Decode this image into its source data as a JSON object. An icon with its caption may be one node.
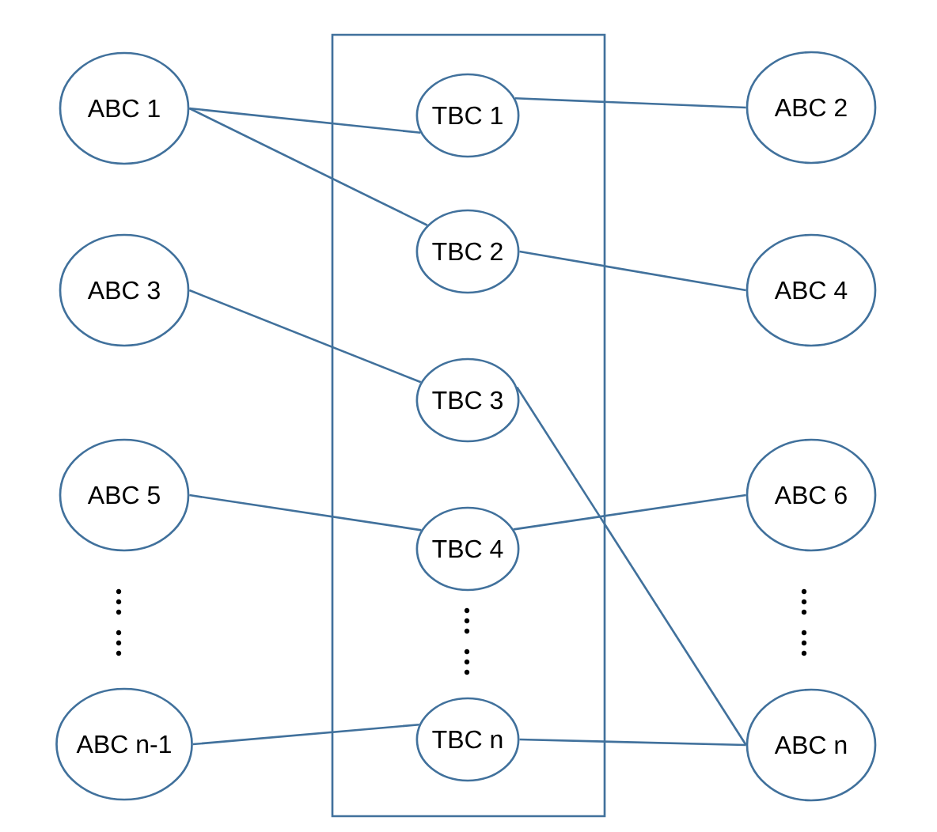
{
  "diagram": {
    "nodes": [
      {
        "text": [
          "ABC 1"
        ]
      },
      {
        "text": [
          "ABC 3"
        ]
      },
      {
        "text": [
          "ABC 5"
        ]
      },
      {
        "text": [
          "ABC n-1"
        ]
      },
      {
        "text": [],
        "shape": "box"
      },
      {
        "text": [
          "TBC 1"
        ],
        "in": 4
      },
      {
        "text": [
          "TBC 2"
        ],
        "in": 4
      },
      {
        "text": [
          "TBC 3"
        ],
        "in": 4
      },
      {
        "text": [
          "TBC 4"
        ],
        "in": 4
      },
      {
        "text": [
          "TBC n"
        ],
        "in": 4
      },
      {
        "text": [
          "ABC 2"
        ]
      },
      {
        "text": [
          "ABC 4"
        ]
      },
      {
        "text": [
          "ABC 6"
        ]
      },
      {
        "text": [
          "ABC n"
        ]
      }
    ],
    "edges": [
      {
        "from": 0,
        "to": 5,
        "arrow": "none"
      },
      {
        "from": 0,
        "to": 6,
        "arrow": "none"
      },
      {
        "from": 5,
        "to": 10,
        "arrow": "none"
      },
      {
        "from": 6,
        "to": 11,
        "arrow": "none"
      },
      {
        "from": 1,
        "to": 7,
        "arrow": "none"
      },
      {
        "from": 7,
        "to": 13,
        "arrow": "none"
      },
      {
        "from": 2,
        "to": 8,
        "arrow": "none"
      },
      {
        "from": 8,
        "to": 12,
        "arrow": "none"
      },
      {
        "from": 3,
        "to": 9,
        "arrow": "none"
      },
      {
        "from": 9,
        "to": 13,
        "arrow": "none"
      }
    ]
  }
}
